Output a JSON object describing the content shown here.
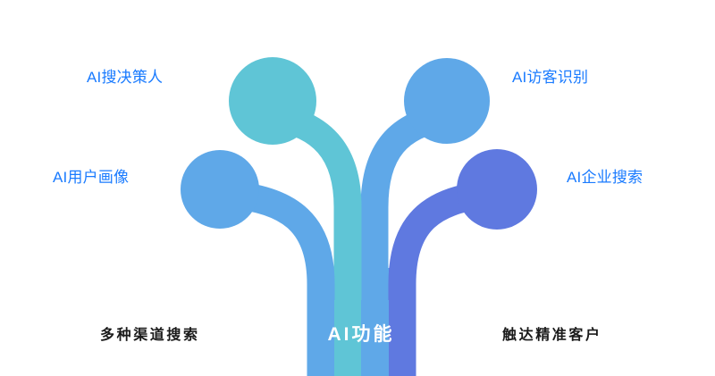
{
  "figure": {
    "title": "AI功能",
    "background_color": "#ffffff",
    "label_color": "#1a7bff",
    "bottom_label_color": "#1a1a1a",
    "trunk_label_color": "#ffffff"
  },
  "trunk": {
    "label": "AI功能",
    "bands": [
      {
        "name": "band-blue-left",
        "color": "#5fa8e8"
      },
      {
        "name": "band-teal",
        "color": "#5fc5d6"
      },
      {
        "name": "band-blue-right",
        "color": "#5fa8e8"
      },
      {
        "name": "band-purple",
        "color": "#5f79e0"
      }
    ]
  },
  "branches": [
    {
      "id": "ai-decision-maker-search",
      "label": "AI搜决策人",
      "color": "#5fc5d6",
      "side": "left",
      "tier": "top"
    },
    {
      "id": "ai-user-profile",
      "label": "AI用户画像",
      "color": "#5fa8e8",
      "side": "left",
      "tier": "middle"
    },
    {
      "id": "ai-visitor-identification",
      "label": "AI访客识别",
      "color": "#5fa8e8",
      "side": "right",
      "tier": "top"
    },
    {
      "id": "ai-enterprise-search",
      "label": "AI企业搜索",
      "color": "#5f79e0",
      "side": "right",
      "tier": "middle"
    }
  ],
  "footer": {
    "left_label": "多种渠道搜索",
    "right_label": "触达精准客户"
  }
}
